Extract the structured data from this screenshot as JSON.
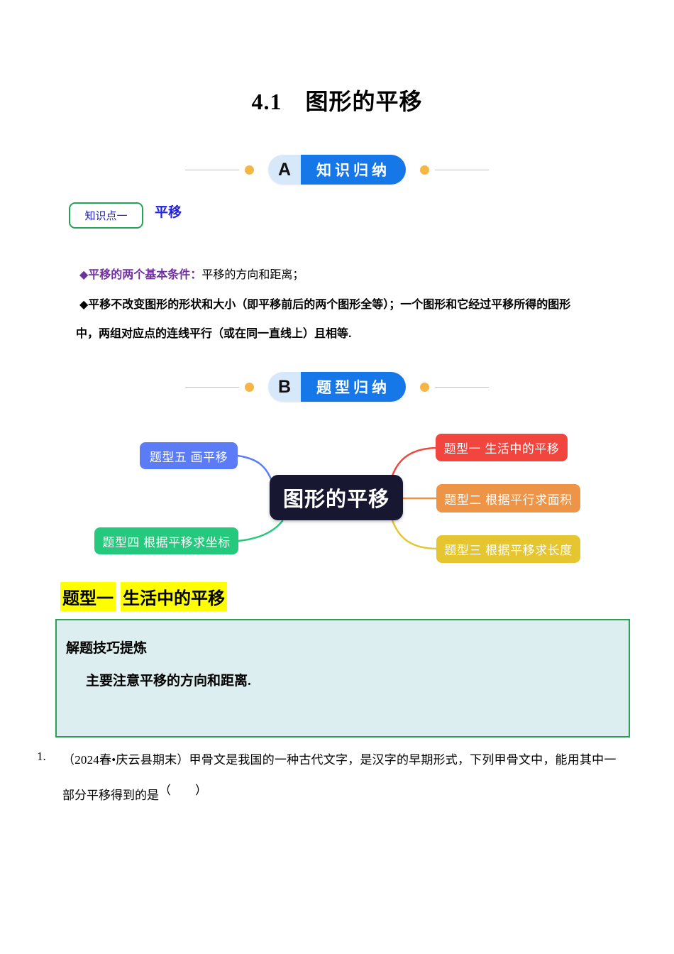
{
  "page": {
    "title": "4.1　图形的平移"
  },
  "section_a": {
    "letter": "A",
    "label": "知识归纳"
  },
  "knowledge_point": {
    "box_label": "知识点一",
    "topic": "平移",
    "bullet1_head": "◆平移的两个基本条件：",
    "bullet1_body": "平移的方向和距离；",
    "bullet2_line1": "◆平移不改变图形的形状和大小（即平移前后的两个图形全等）；一个图形和它经过平移所得的图形",
    "bullet2_line2": "中，两组对应点的连线平行（或在同一直线上）且相等."
  },
  "section_b": {
    "letter": "B",
    "label": "题型归纳"
  },
  "mindmap": {
    "center": "图形的平移",
    "nodes": [
      {
        "label": "题型五  画平移",
        "color": "#5b7bf7"
      },
      {
        "label": "题型四  根据平移求坐标",
        "color": "#25c97d"
      },
      {
        "label": "题型一  生活中的平移",
        "color": "#f2453d"
      },
      {
        "label": "题型二  根据平行求面积",
        "color": "#ee9446"
      },
      {
        "label": "题型三  根据平移求长度",
        "color": "#e5c630"
      }
    ],
    "center_bg": "#171731"
  },
  "type_one": {
    "heading_part1": "题型一",
    "heading_part2": "生活中的平移",
    "highlight_color": "#ffff00",
    "tips_title": "解题技巧提炼",
    "tips_body": "主要注意平移的方向和距离.",
    "tips_bg": "#dceeef",
    "tips_border": "#2f9e56"
  },
  "question1": {
    "number": "1.",
    "line1": "（2024春•庆云县期末）甲骨文是我国的一种古代文字，是汉字的早期形式，下列甲骨文中，能用其中一",
    "line2": "部分平移得到的是",
    "blank": "（　　）"
  },
  "colors": {
    "badge_blue": "#1677e8",
    "badge_letter_bg": "#d8e8fb",
    "badge_dot": "#f6b544",
    "kp_border": "#22a554",
    "kp_text": "#2020cc",
    "topic_text": "#2121dd",
    "bullet_head_purple": "#7030a0"
  }
}
